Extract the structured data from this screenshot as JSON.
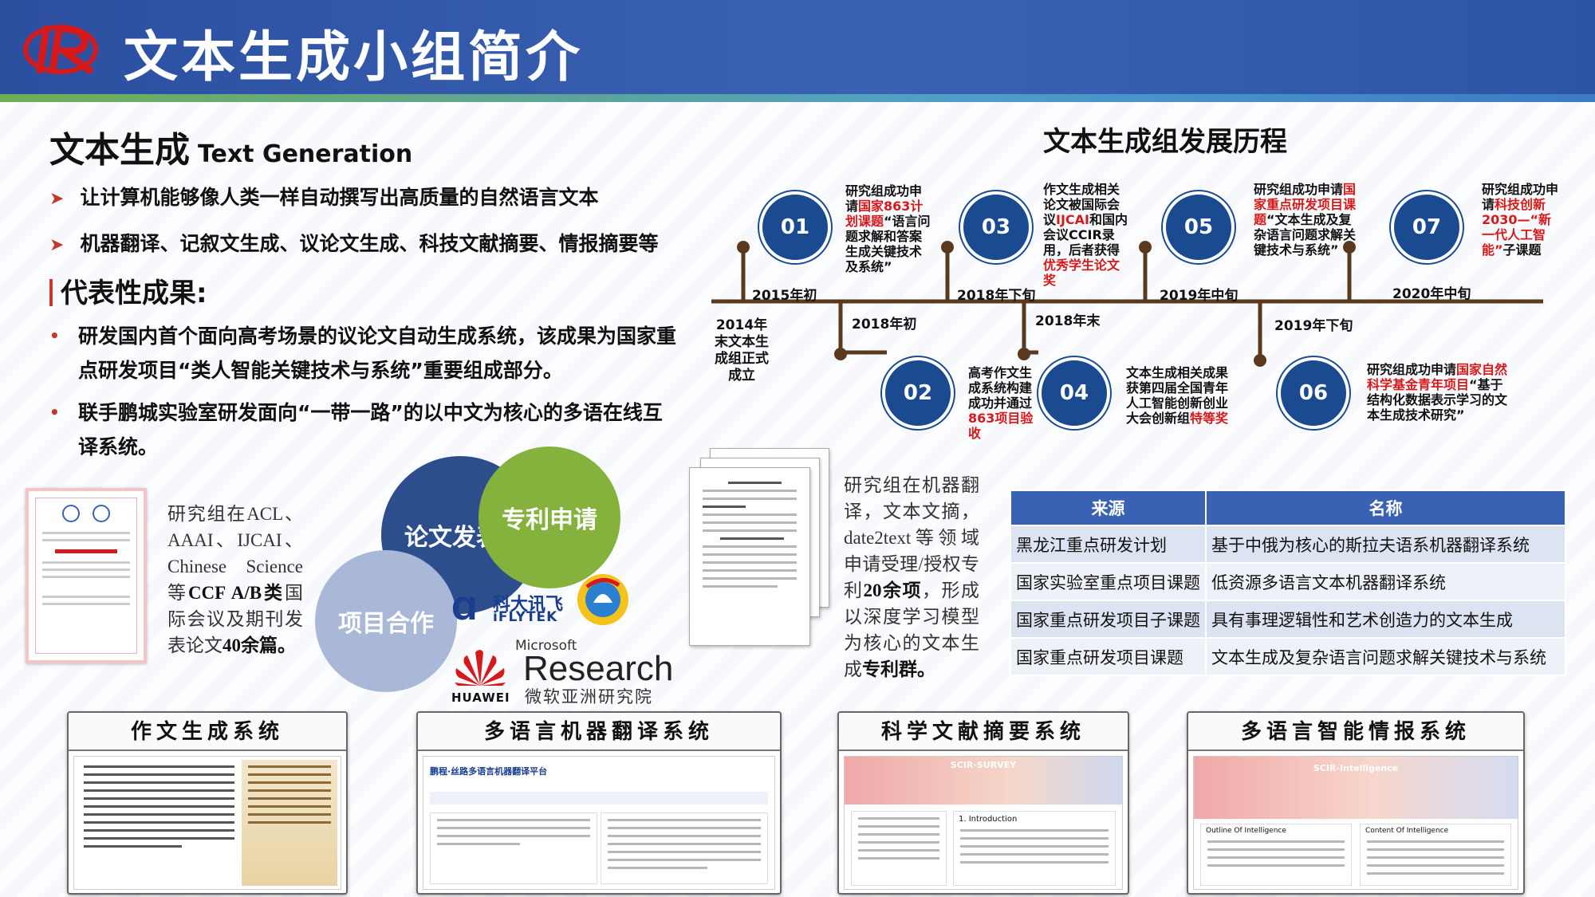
{
  "header": {
    "title": "文本生成小组简介",
    "colors": {
      "banner": "#2c4fa0",
      "accent_red": "#d6191b"
    }
  },
  "intro": {
    "heading": "文本生成",
    "heading_en": "Text Generation",
    "points": [
      "让计算机能够像人类一样自动撰写出高质量的自然语言文本",
      "机器翻译、记叙文生成、议论文生成、科技文献摘要、情报摘要等"
    ]
  },
  "results": {
    "title": "代表性成果:",
    "items": [
      "研发国内首个面向高考场景的议论文自动生成系统，该成果为国家重点研发项目“类人智能关键技术与系统”重要组成部分。",
      "联手鹏城实验室研发面向“一带一路”的以中文为核心的多语在线互译系统。"
    ]
  },
  "papers": {
    "text_a": "研究组在ACL、AAAI、IJCAI、Chinese Science等",
    "text_b": "CCF A/B类",
    "text_c": "国际会议及期刊发表论文",
    "text_d": "40余篇。"
  },
  "circles": {
    "papers": "论文发表",
    "patents": "专利申请",
    "coop": "项目合作"
  },
  "partners": {
    "iflytek_cn": "科大讯飞",
    "iflytek_en": "iFLYTEK",
    "huawei": "HUAWEI",
    "ms_small": "Microsoft",
    "ms_research": "Research",
    "ms_cn": "微软亚洲研究院"
  },
  "patents": {
    "text_a": "研究组在机器翻译，文本文摘，date2text等领域申请受理/授权专利",
    "text_b": "20余项",
    "text_c": "，形成以深度学习模型为核心的文本生成",
    "text_d": "专利群。"
  },
  "timeline": {
    "title": "文本生成组发展历程",
    "nodes": [
      {
        "num": "01",
        "date": "2015年初"
      },
      {
        "num": "02",
        "date": "2018年初"
      },
      {
        "num": "03",
        "date": "2018年下旬"
      },
      {
        "num": "04",
        "date": "2018年末"
      },
      {
        "num": "05",
        "date": "2019年中旬"
      },
      {
        "num": "06",
        "date": "2019年下旬"
      },
      {
        "num": "07",
        "date": "2020年中旬"
      }
    ],
    "start": "2014年末文本生成组正式成立",
    "desc01": {
      "a": "研究组成功申请",
      "b": "国家863计划课题",
      "c": "“语言问题求解和答案生成关键技术及系统”"
    },
    "desc02": {
      "a": "高考作文生成系统构建成功并通过",
      "b": "863项目验收"
    },
    "desc03": {
      "a": "作文生成相关论文被国际会议",
      "b": "IJCAI",
      "c": "和国内会议CCIR录用，后者获得",
      "d": "优秀学生论文奖"
    },
    "desc04": {
      "a": "文本生成相关成果获第四届全国青年人工智能创新创业大会创新组",
      "b": "特等奖"
    },
    "desc05": {
      "a": "研究组成功申请",
      "b": "国家重点研发项目课题",
      "c": "“文本生成及复杂语言问题求解关键技术与系统”"
    },
    "desc06": {
      "a": "研究组成功申请",
      "b": "国家自然科学基金青年项目",
      "c": "“基于结构化数据表示学习的文本生成技术研究”"
    },
    "desc07": {
      "a": "研究组成功申请",
      "b": "科技创新2030—“新一代人工智能”",
      "c": "子课题"
    }
  },
  "table": {
    "headers": [
      "来源",
      "名称"
    ],
    "rows": [
      [
        "黑龙江重点研发计划",
        "基于中俄为核心的斯拉夫语系机器翻译系统"
      ],
      [
        "国家实验室重点项目课题",
        "低资源多语言文本机器翻译系统"
      ],
      [
        "国家重点研发项目子课题",
        "具有事理逻辑性和艺术创造力的文本生成"
      ],
      [
        "国家重点研发项目课题",
        "文本生成及复杂语言问题求解关键技术与系统"
      ]
    ]
  },
  "systems": [
    {
      "title": "作文生成系统"
    },
    {
      "title": "多语言机器翻译系统",
      "caption": "鹏程·丝路多语言机器翻译平台"
    },
    {
      "title": "科学文献摘要系统",
      "caption": "SCIR-SURVEY",
      "section": "1. Introduction"
    },
    {
      "title": "多语言智能情报系统",
      "caption": "SCIR-Intelligence",
      "left": "Outline Of Intelligence",
      "right": "Content Of Intelligence"
    }
  ]
}
